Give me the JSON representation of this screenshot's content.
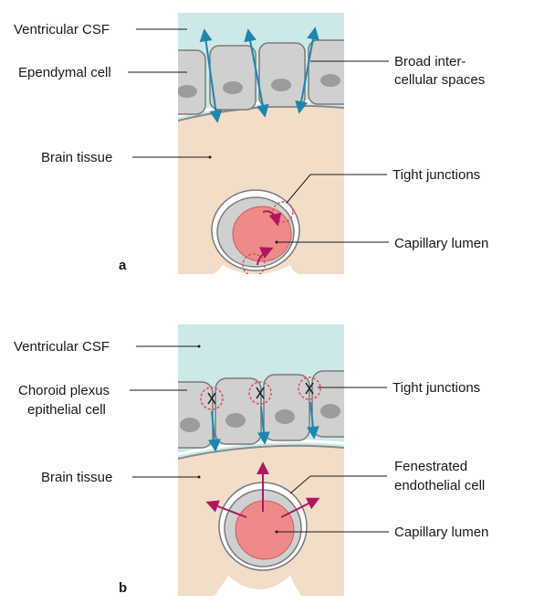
{
  "panel_a": {
    "letter": "a",
    "labels": {
      "ventricular_csf": "Ventricular CSF",
      "ependymal_cell": "Ependymal cell",
      "broad_line1": "Broad inter-",
      "broad_line2": "cellular spaces",
      "brain_tissue": "Brain tissue",
      "tight_junctions": "Tight junctions",
      "capillary_lumen": "Capillary lumen"
    }
  },
  "panel_b": {
    "letter": "b",
    "labels": {
      "ventricular_csf": "Ventricular CSF",
      "choroid_line1": "Choroid plexus",
      "choroid_line2": "epithelial cell",
      "tight_junctions": "Tight junctions",
      "brain_tissue": "Brain tissue",
      "fenestrated_line1": "Fenestrated",
      "fenestrated_line2": "endothelial cell",
      "capillary_lumen": "Capillary lumen"
    }
  },
  "colors": {
    "csf": "#cde8e8",
    "tissue": "#f2ddc9",
    "cell": "#d0d0d0",
    "nucleus": "#9c9c9c",
    "arrow_blue": "#1e86ad",
    "arrow_magenta": "#b01560",
    "lumen": "#ee8a88",
    "junction_circle": "#e0505a"
  }
}
